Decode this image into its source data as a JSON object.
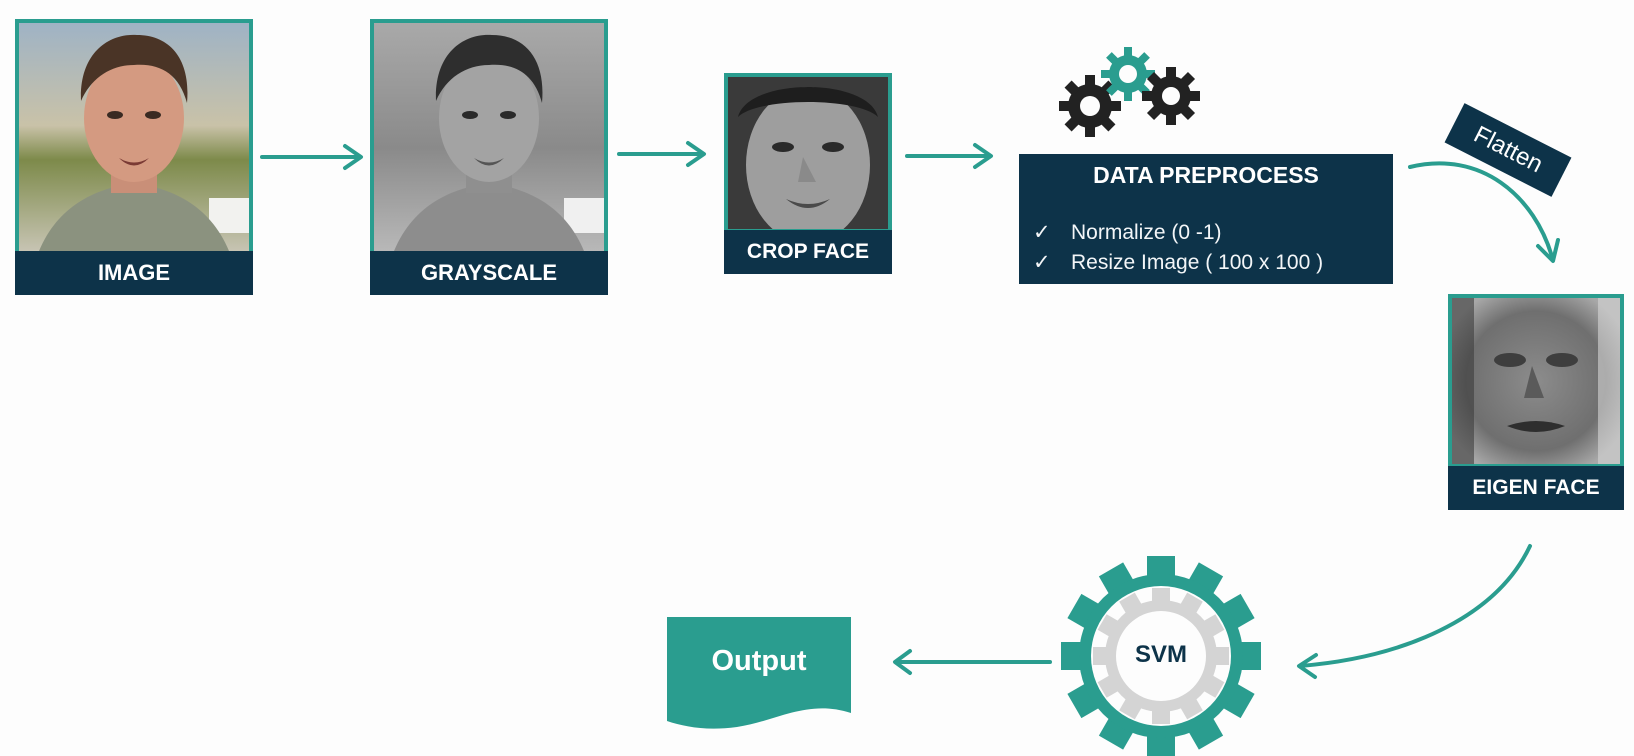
{
  "steps": {
    "image": "IMAGE",
    "grayscale": "GRAYSCALE",
    "crop_face": "CROP FACE",
    "eigen_face": "EIGEN FACE"
  },
  "preprocess": {
    "title": "DATA PREPROCESS",
    "items": [
      "Normalize (0 -1)",
      "Resize Image ( 100 x 100 )"
    ],
    "check_glyph": "✓"
  },
  "flatten_label": "Flatten",
  "classifier_label": "SVM",
  "output_label": "Output",
  "colors": {
    "accent": "#2a9d8f",
    "navy": "#0d3349",
    "gear_dark": "#222222",
    "gear_light": "#d4d4d4"
  },
  "icons": [
    "gears-icon",
    "svm-gear-icon"
  ]
}
